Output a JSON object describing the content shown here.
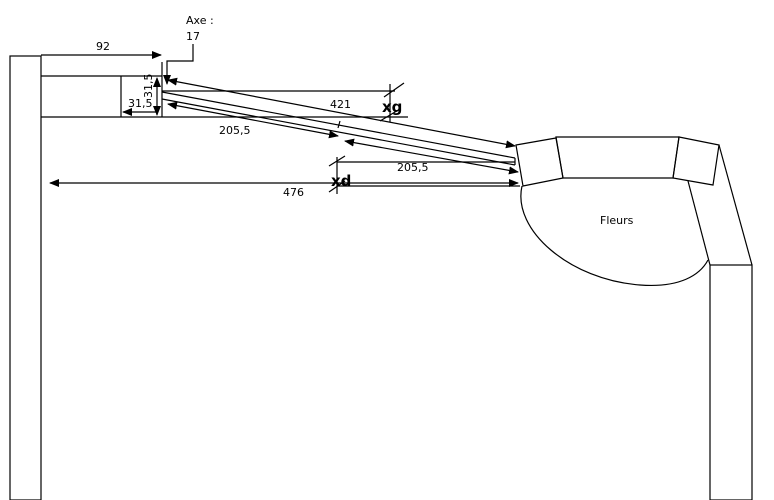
{
  "labels": {
    "axe_title": "Axe :",
    "axe_value": "17",
    "dim_92": "92",
    "dim_31_5_vertical": "31,5",
    "dim_31_5_horizontal": "31,5",
    "dim_421": "421",
    "dim_205_5_left": "205,5",
    "dim_205_5_right": "205,5",
    "dim_476": "476",
    "xg": "xg",
    "xd": "xd",
    "fleurs": "Fleurs"
  }
}
